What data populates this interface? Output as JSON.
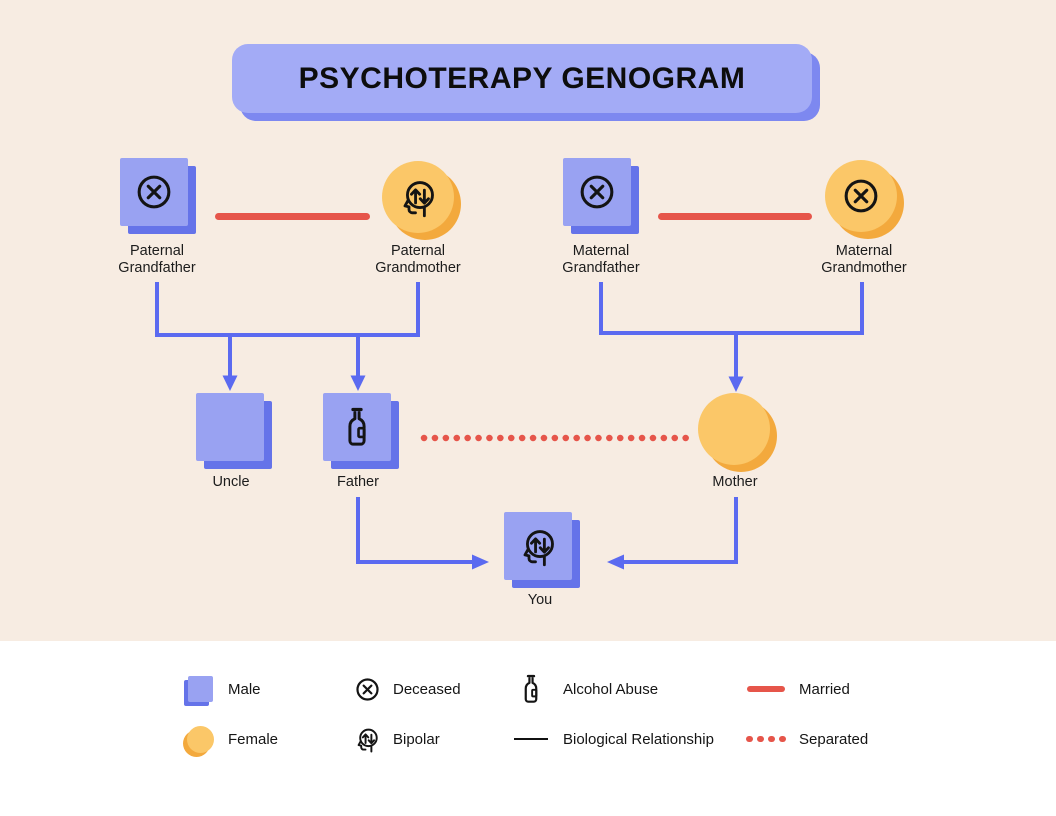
{
  "title": "PSYCHOTERAPY GENOGRAM",
  "colors": {
    "background": "#f7ece2",
    "panel": "#ffffff",
    "male": "#99a2f2",
    "male_shadow": "#6573e9",
    "female": "#fbc768",
    "female_shadow": "#f3a93d",
    "line": "#5b6af0",
    "married": "#e6554a",
    "title_fill": "#a3abf6",
    "title_shadow": "#7d88f0",
    "icon": "#141414"
  },
  "nodes": {
    "paternal_grandfather": {
      "label": "Paternal Grandfather",
      "gender": "male",
      "markers": [
        "deceased"
      ]
    },
    "paternal_grandmother": {
      "label": "Paternal Grandmother",
      "gender": "female",
      "markers": [
        "bipolar"
      ]
    },
    "maternal_grandfather": {
      "label": "Maternal Grandfather",
      "gender": "male",
      "markers": [
        "deceased"
      ]
    },
    "maternal_grandmother": {
      "label": "Maternal Grandmother",
      "gender": "female",
      "markers": [
        "deceased"
      ]
    },
    "uncle": {
      "label": "Uncle",
      "gender": "male",
      "markers": []
    },
    "father": {
      "label": "Father",
      "gender": "male",
      "markers": [
        "alcohol-abuse"
      ]
    },
    "mother": {
      "label": "Mother",
      "gender": "female",
      "markers": []
    },
    "you": {
      "label": "You",
      "gender": "male",
      "markers": [
        "bipolar"
      ]
    }
  },
  "relationships": [
    {
      "type": "married",
      "between": [
        "paternal_grandfather",
        "paternal_grandmother"
      ]
    },
    {
      "type": "married",
      "between": [
        "maternal_grandfather",
        "maternal_grandmother"
      ]
    },
    {
      "type": "separated",
      "between": [
        "father",
        "mother"
      ]
    },
    {
      "type": "biological",
      "parents": [
        "paternal_grandfather",
        "paternal_grandmother"
      ],
      "children": [
        "uncle",
        "father"
      ]
    },
    {
      "type": "biological",
      "parents": [
        "maternal_grandfather",
        "maternal_grandmother"
      ],
      "children": [
        "mother"
      ]
    },
    {
      "type": "biological",
      "parents": [
        "father",
        "mother"
      ],
      "children": [
        "you"
      ]
    }
  ],
  "legend": {
    "items": [
      {
        "icon": "male-swatch",
        "label": "Male"
      },
      {
        "icon": "female-swatch",
        "label": "Female"
      },
      {
        "icon": "deceased-icon",
        "label": "Deceased"
      },
      {
        "icon": "bipolar-icon",
        "label": "Bipolar"
      },
      {
        "icon": "alcohol-abuse-icon",
        "label": "Alcohol Abuse"
      },
      {
        "icon": "biological-line",
        "label": "Biological Relationship"
      },
      {
        "icon": "married-line",
        "label": "Married"
      },
      {
        "icon": "separated-dots",
        "label": "Separated"
      }
    ]
  }
}
